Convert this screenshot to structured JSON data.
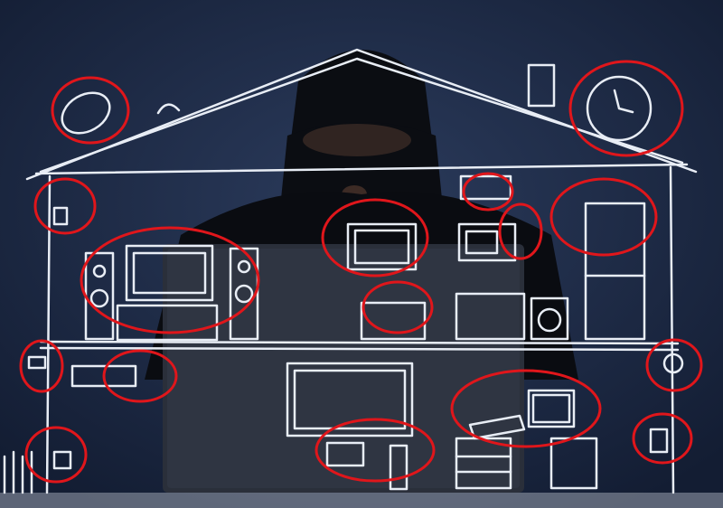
{
  "scene": {
    "subject": "hooded-person-with-laptop",
    "palette": {
      "background": "#1f2c45",
      "background_vignette": "#101a2e",
      "sketch_lines": "#e8edf5",
      "highlight_circles": "#e0161b",
      "balaclava": "#0b0d12",
      "laptop": "#2a2f3a"
    },
    "highlighted_devices": [
      {
        "id": "satellite-dish-roof",
        "icon": "satellite-dish-icon"
      },
      {
        "id": "wall-clock-attic",
        "icon": "clock-icon"
      },
      {
        "id": "wall-speaker-left",
        "icon": "speaker-icon"
      },
      {
        "id": "home-theater",
        "icon": "tv-icon"
      },
      {
        "id": "wall-tv-center",
        "icon": "tv-icon"
      },
      {
        "id": "router-upstairs",
        "icon": "router-icon"
      },
      {
        "id": "wall-shelf-device",
        "icon": "shelf-icon"
      },
      {
        "id": "microwave-sensor",
        "icon": "sensor-icon"
      },
      {
        "id": "fridge",
        "icon": "fridge-icon"
      },
      {
        "id": "security-camera",
        "icon": "camera-icon"
      },
      {
        "id": "air-conditioner",
        "icon": "ac-icon"
      },
      {
        "id": "doorbell-right",
        "icon": "doorbell-icon"
      },
      {
        "id": "desktop-printer",
        "icon": "printer-icon"
      },
      {
        "id": "game-console",
        "icon": "gamepad-icon"
      },
      {
        "id": "outdoor-lamp-right",
        "icon": "lamp-icon"
      },
      {
        "id": "garden-sensor-left",
        "icon": "sensor-icon"
      }
    ]
  }
}
